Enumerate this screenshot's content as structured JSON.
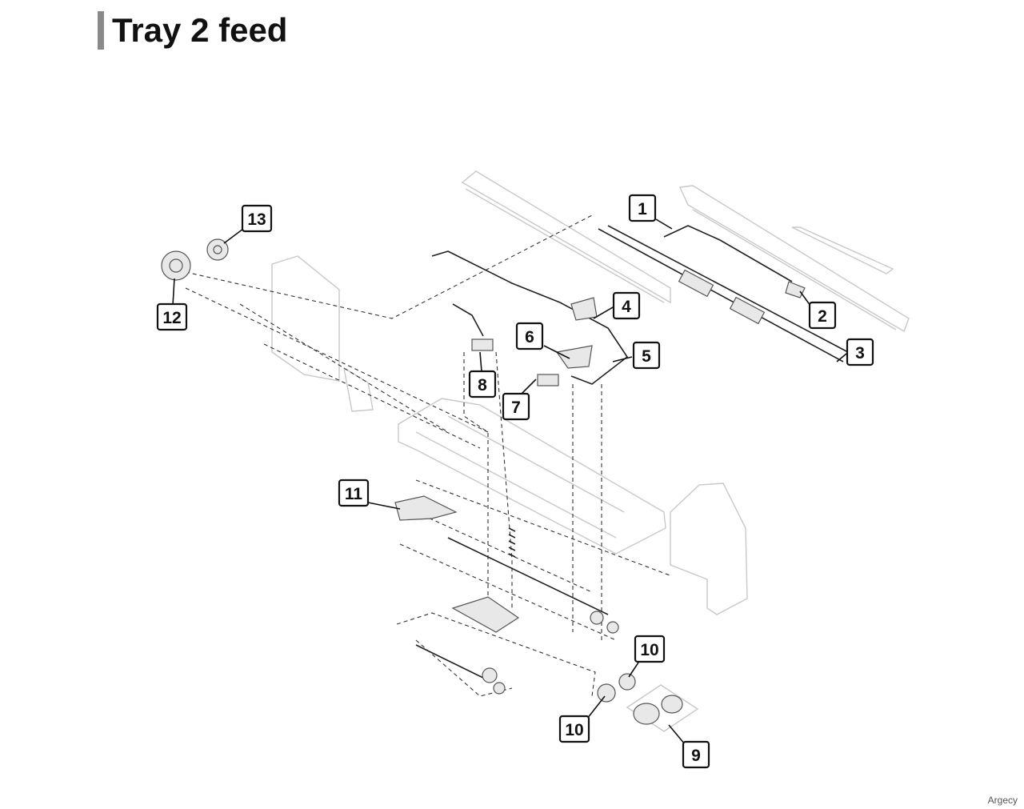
{
  "page": {
    "title": "Tray 2 feed",
    "credit": "Argecy"
  },
  "callouts": [
    {
      "label": "1"
    },
    {
      "label": "2"
    },
    {
      "label": "3"
    },
    {
      "label": "4"
    },
    {
      "label": "5"
    },
    {
      "label": "6"
    },
    {
      "label": "7"
    },
    {
      "label": "8"
    },
    {
      "label": "9"
    },
    {
      "label": "10"
    },
    {
      "label": "10"
    },
    {
      "label": "11"
    },
    {
      "label": "12"
    },
    {
      "label": "13"
    }
  ],
  "colors": {
    "accent_bar": "#8a8a8a",
    "line": "#111111",
    "ghost_parts": "#c8c8c8"
  }
}
